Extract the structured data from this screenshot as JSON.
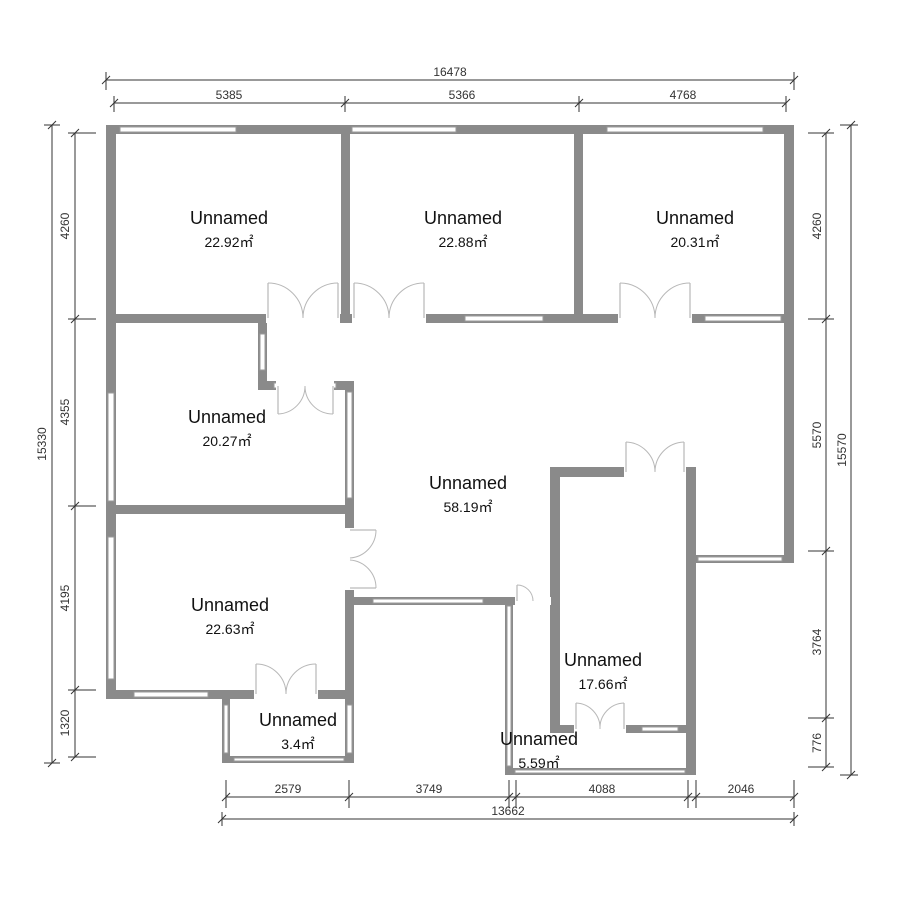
{
  "rooms": [
    {
      "name": "Unnamed",
      "area": "22.92㎡"
    },
    {
      "name": "Unnamed",
      "area": "22.88㎡"
    },
    {
      "name": "Unnamed",
      "area": "20.31㎡"
    },
    {
      "name": "Unnamed",
      "area": "20.27㎡"
    },
    {
      "name": "Unnamed",
      "area": "58.19㎡"
    },
    {
      "name": "Unnamed",
      "area": "22.63㎡"
    },
    {
      "name": "Unnamed",
      "area": "17.66㎡"
    },
    {
      "name": "Unnamed",
      "area": "3.4㎡"
    },
    {
      "name": "Unnamed",
      "area": "5.59㎡"
    }
  ],
  "dimensions": {
    "top_total": "16478",
    "top_segments": [
      "5385",
      "5366",
      "4768"
    ],
    "bottom_total": "13662",
    "bottom_segments": [
      "2579",
      "3749",
      "4088",
      "2046"
    ],
    "left_total": "15330",
    "left_segments": [
      "4260",
      "4355",
      "4195",
      "1320"
    ],
    "right_total": "15570",
    "right_segments": [
      "4260",
      "5570",
      "3764",
      "776"
    ]
  },
  "colors": {
    "wall": "#8a8a8a",
    "window": "#ffffff",
    "text": "#111111"
  }
}
